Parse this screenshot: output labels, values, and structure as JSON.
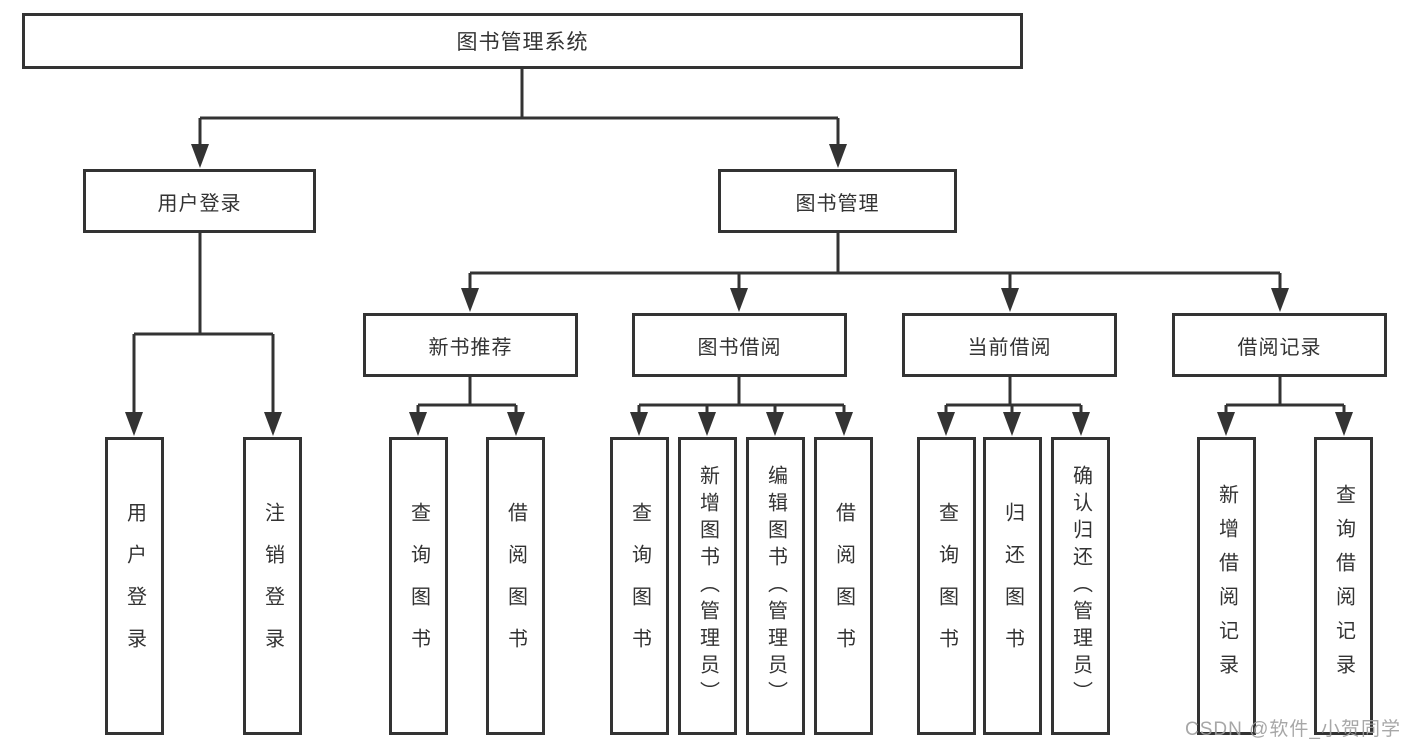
{
  "diagram": {
    "title": "图书管理系统",
    "watermark": "CSDN @软件_小贺同学",
    "colors": {
      "line": "#333333",
      "text": "#333333",
      "box_bg": "#ffffff",
      "watermark": "#9e9e9e",
      "background": "#ffffff"
    },
    "tree": {
      "label": "图书管理系统",
      "children": [
        {
          "label": "用户登录",
          "children": [
            {
              "label": "用户登录"
            },
            {
              "label": "注销登录"
            }
          ]
        },
        {
          "label": "图书管理",
          "children": [
            {
              "label": "新书推荐",
              "children": [
                {
                  "label": "查询图书"
                },
                {
                  "label": "借阅图书"
                }
              ]
            },
            {
              "label": "图书借阅",
              "children": [
                {
                  "label": "查询图书"
                },
                {
                  "label": "新增图书（管理员）"
                },
                {
                  "label": "编辑图书（管理员）"
                },
                {
                  "label": "借阅图书"
                }
              ]
            },
            {
              "label": "当前借阅",
              "children": [
                {
                  "label": "查询图书"
                },
                {
                  "label": "归还图书"
                },
                {
                  "label": "确认归还（管理员）"
                }
              ]
            },
            {
              "label": "借阅记录",
              "children": [
                {
                  "label": "新增借阅记录"
                },
                {
                  "label": "查询借阅记录"
                }
              ]
            }
          ]
        }
      ]
    }
  }
}
